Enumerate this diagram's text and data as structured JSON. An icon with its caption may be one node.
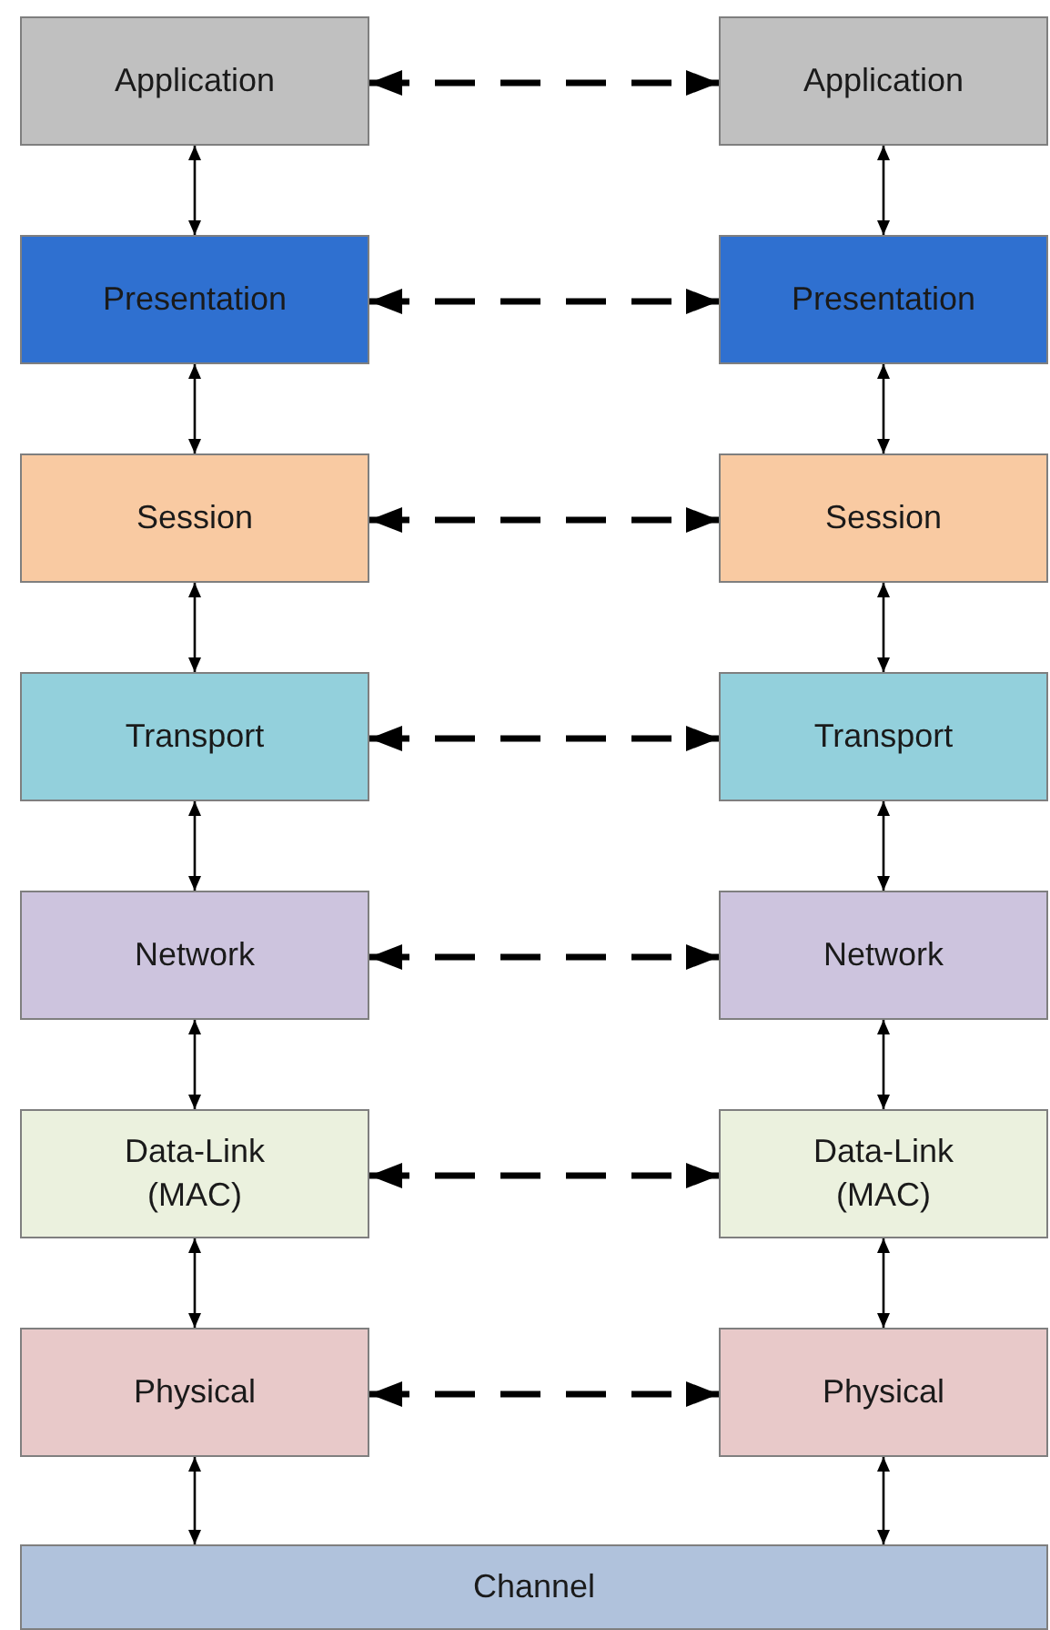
{
  "diagram": {
    "nodes": [
      {
        "text": [
          "Application"
        ]
      },
      {
        "text": [
          "Application"
        ]
      },
      {
        "text": [
          "Presentation"
        ]
      },
      {
        "text": [
          "Presentation"
        ]
      },
      {
        "text": [
          "Session"
        ]
      },
      {
        "text": [
          "Session"
        ]
      },
      {
        "text": [
          "Transport"
        ]
      },
      {
        "text": [
          "Transport"
        ]
      },
      {
        "text": [
          "Network"
        ]
      },
      {
        "text": [
          "Network"
        ]
      },
      {
        "text": [
          "Data-Link (MAC)"
        ]
      },
      {
        "text": [
          "Data-Link (MAC)"
        ]
      },
      {
        "text": [
          "Physical"
        ]
      },
      {
        "text": [
          "Physical"
        ]
      },
      {
        "text": [
          "Channel"
        ]
      }
    ],
    "edges": [
      {
        "from": 0,
        "to": 1,
        "arrow": "both",
        "style": "dashed"
      },
      {
        "from": 0,
        "to": 2,
        "arrow": "both"
      },
      {
        "from": 1,
        "to": 3,
        "arrow": "both"
      },
      {
        "from": 2,
        "to": 3,
        "arrow": "both",
        "style": "dashed"
      },
      {
        "from": 2,
        "to": 4,
        "arrow": "both"
      },
      {
        "from": 3,
        "to": 5,
        "arrow": "both"
      },
      {
        "from": 4,
        "to": 5,
        "arrow": "both",
        "style": "dashed"
      },
      {
        "from": 4,
        "to": 6,
        "arrow": "both"
      },
      {
        "from": 5,
        "to": 7,
        "arrow": "both"
      },
      {
        "from": 6,
        "to": 7,
        "arrow": "both",
        "style": "dashed"
      },
      {
        "from": 6,
        "to": 8,
        "arrow": "both"
      },
      {
        "from": 7,
        "to": 9,
        "arrow": "both"
      },
      {
        "from": 8,
        "to": 9,
        "arrow": "both",
        "style": "dashed"
      },
      {
        "from": 8,
        "to": 10,
        "arrow": "both"
      },
      {
        "from": 9,
        "to": 11,
        "arrow": "both"
      },
      {
        "from": 10,
        "to": 11,
        "arrow": "both",
        "style": "dashed"
      },
      {
        "from": 10,
        "to": 12,
        "arrow": "both"
      },
      {
        "from": 11,
        "to": 13,
        "arrow": "both"
      },
      {
        "from": 12,
        "to": 13,
        "arrow": "both",
        "style": "dashed"
      },
      {
        "from": 12,
        "to": 14,
        "arrow": "both"
      },
      {
        "from": 13,
        "to": 14,
        "arrow": "both"
      }
    ]
  }
}
